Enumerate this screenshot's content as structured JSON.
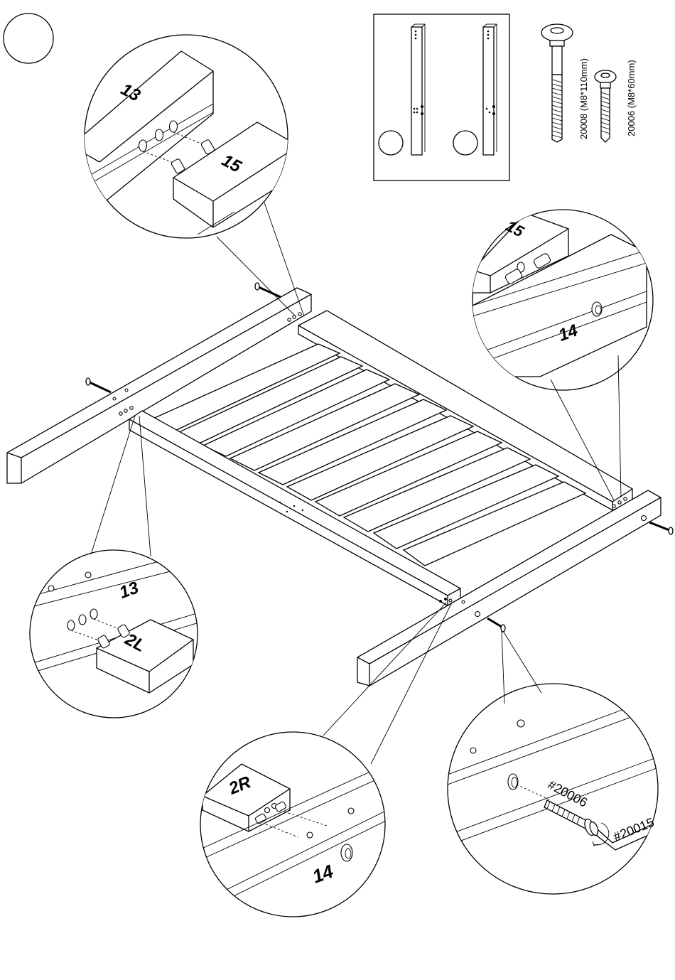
{
  "step": {
    "number": ""
  },
  "parts_box": {
    "rail_a_number": "",
    "rail_b_number": ""
  },
  "hardware": {
    "bolt_long": "20008 (M8*110mm)",
    "bolt_short": "20006 (M8*60mm)"
  },
  "zoom_top_left": {
    "rail_label": "13",
    "board_label": "15"
  },
  "zoom_top_right": {
    "board_label": "15",
    "rail_label": "14"
  },
  "zoom_mid_left": {
    "rail_label": "13",
    "board_label": "2L"
  },
  "zoom_bottom_center": {
    "board_label": "2R",
    "rail_label": "14"
  },
  "zoom_bottom_right": {
    "bolt_label": "#20006",
    "tool_label": "#20015"
  }
}
